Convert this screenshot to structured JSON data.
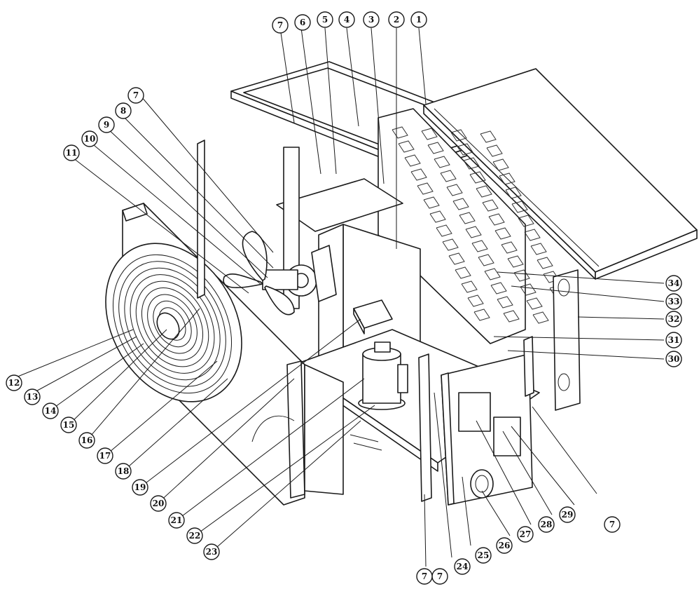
{
  "callouts": [
    "1",
    "2",
    "3",
    "4",
    "5",
    "6",
    "7",
    "7",
    "7",
    "7",
    "7",
    "8",
    "9",
    "10",
    "11",
    "12",
    "13",
    "14",
    "15",
    "16",
    "17",
    "18",
    "19",
    "20",
    "21",
    "22",
    "23",
    "24",
    "25",
    "26",
    "27",
    "28",
    "29",
    "30",
    "31",
    "32",
    "33",
    "34"
  ]
}
